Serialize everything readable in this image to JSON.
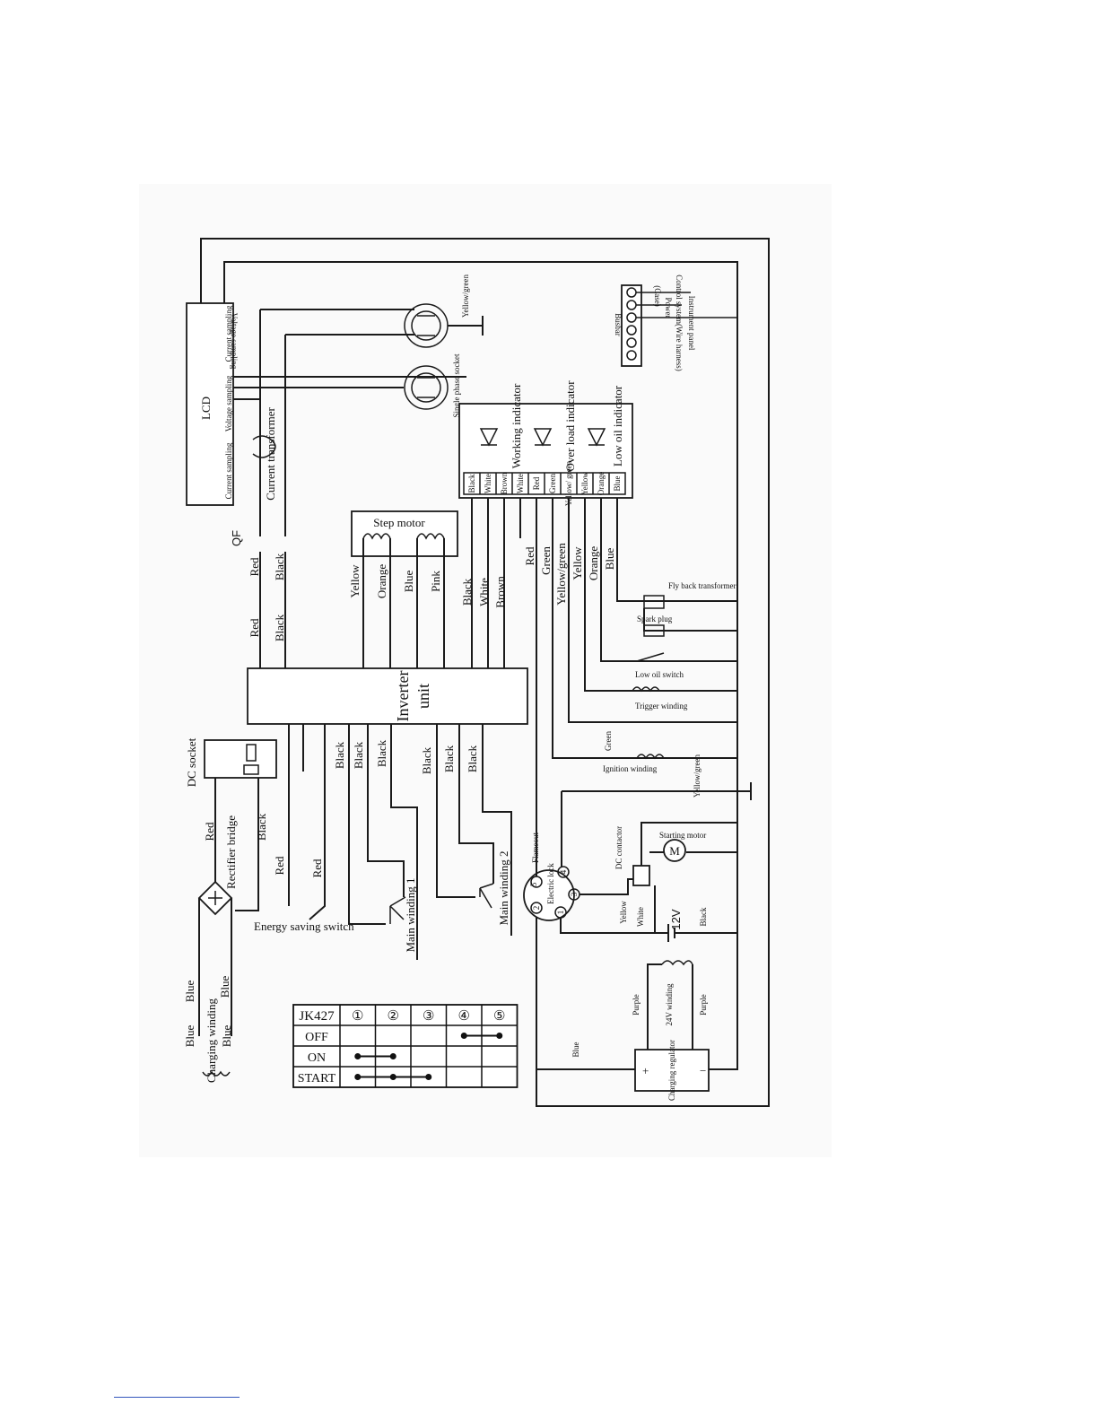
{
  "labels": {
    "lcd": "LCD",
    "current_sampling": "Current sampling",
    "voltage_sampling": "Voltage sampling",
    "current_transformer": "Current transformer",
    "single_phase_socket": "Single phase socket",
    "yellow_green": "Yellow/green",
    "busbar": "Busbar",
    "busbar_case": "(Case)",
    "busbar_power": "Power",
    "busbar_control": "Control system(Wire harness)",
    "busbar_instrument": "Instrument panel",
    "working_indicator": "Working indicator",
    "over_load_indicator": "Over load indicator",
    "low_oil_indicator": "Low oil indicator",
    "step_motor": "Step motor",
    "qf": "QF",
    "inverter_unit_1": "Inverter",
    "inverter_unit_2": "unit",
    "fly_back_transformer": "Fly back transformer",
    "spark_plug": "Spark plug",
    "low_oil_switch": "Low oil switch",
    "trigger_winding": "Trigger winding",
    "ignition_winding": "Ignition winding",
    "green": "Green",
    "dc_socket": "DC socket",
    "rectifier_bridge": "Rectifier bridge",
    "energy_saving_switch": "Energy saving switch",
    "main_winding_1": "Main winding 1",
    "main_winding_2": "Main winding 2",
    "charging_winding": "Charging winding",
    "flameout": "Flameout",
    "electric_lock": "Electric lock",
    "dc_contactor": "DC contactor",
    "starting_motor": "Starting motor",
    "motor_symbol": "M",
    "battery": "12V",
    "winding_24v": "24V winding",
    "charging_regulator": "Charging regulator",
    "plus": "+",
    "minus": "−"
  },
  "colors": {
    "red": "Red",
    "black": "Black",
    "yellow": "Yellow",
    "orange": "Orange",
    "blue": "Blue",
    "pink": "Pink",
    "white": "White",
    "brown": "Brown",
    "green": "Green",
    "yellow_green": "Yellow/green",
    "purple": "Purple"
  },
  "indicator_pins": [
    "Black",
    "White",
    "Brown",
    "White",
    "Red",
    "Green",
    "Yellow/ green",
    "Yellow",
    "Orange",
    "Blue"
  ],
  "lock_terminals": [
    "1",
    "2",
    "3",
    "4",
    "5"
  ],
  "switch_table": {
    "header": [
      "JK427",
      "①",
      "②",
      "③",
      "④",
      "⑤"
    ],
    "rows": [
      {
        "label": "OFF",
        "connects": [
          4,
          5
        ]
      },
      {
        "label": "ON",
        "connects": [
          1,
          2
        ]
      },
      {
        "label": "START",
        "connects": [
          1,
          2,
          3
        ]
      }
    ]
  }
}
